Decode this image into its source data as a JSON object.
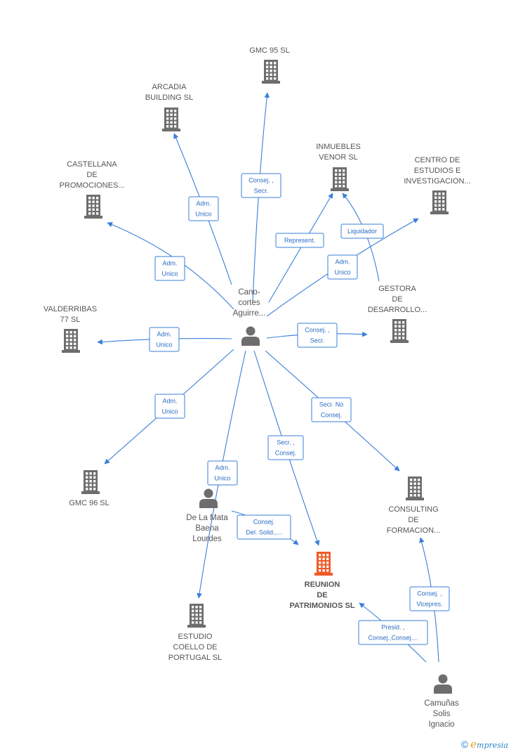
{
  "colors": {
    "edge": "#3a7fd8",
    "building": "#6d6d6d",
    "building_main": "#f05a28",
    "person": "#6d6d6d",
    "label": "#555555"
  },
  "companies": [
    {
      "id": "gmc95",
      "lines": [
        "GMC 95 SL"
      ]
    },
    {
      "id": "arcadia",
      "lines": [
        "ARCADIA",
        "BUILDING  SL"
      ]
    },
    {
      "id": "castellana",
      "lines": [
        "CASTELLANA",
        "DE",
        "PROMOCIONES..."
      ]
    },
    {
      "id": "inmuebles",
      "lines": [
        "INMUEBLES",
        "VENOR SL"
      ]
    },
    {
      "id": "centro",
      "lines": [
        "CENTRO DE",
        "ESTUDIOS E",
        "INVESTIGACION..."
      ]
    },
    {
      "id": "gestora",
      "lines": [
        "GESTORA",
        "DE",
        "DESARROLLO..."
      ]
    },
    {
      "id": "valderribas",
      "lines": [
        "VALDERRIBAS",
        "77 SL"
      ]
    },
    {
      "id": "gmc96",
      "lines": [
        "GMC 96 SL"
      ]
    },
    {
      "id": "consulting",
      "lines": [
        "CONSULTING",
        "DE",
        "FORMACION..."
      ]
    },
    {
      "id": "reunion",
      "lines": [
        "REUNION",
        "DE",
        "PATRIMONIOS SL"
      ],
      "main": true
    },
    {
      "id": "estudio",
      "lines": [
        "ESTUDIO",
        "COELLO DE",
        "PORTUGAL  SL"
      ]
    }
  ],
  "persons": [
    {
      "id": "canocortes",
      "lines": [
        "Cano-",
        "cortes",
        "Aguirre..."
      ]
    },
    {
      "id": "delamata",
      "lines": [
        "De La Mata",
        "Baena",
        "Lourdes"
      ]
    },
    {
      "id": "camunas",
      "lines": [
        "Camuñas",
        "Solis",
        "Ignacio"
      ]
    }
  ],
  "edges": [
    {
      "id": "e-gmc95",
      "from": "canocortes",
      "to": "gmc95",
      "label": [
        "Consej. ,",
        "Secr."
      ]
    },
    {
      "id": "e-arcadia",
      "from": "canocortes",
      "to": "arcadia",
      "label": [
        "Adm.",
        "Unico"
      ]
    },
    {
      "id": "e-castellana",
      "from": "canocortes",
      "to": "castellana",
      "label": [
        "Adm.",
        "Unico"
      ]
    },
    {
      "id": "e-inmuebles",
      "from": "canocortes",
      "to": "inmuebles",
      "label": [
        "Represent."
      ]
    },
    {
      "id": "e-gestora-inm",
      "from": "gestora",
      "to": "inmuebles",
      "label": [
        "Liquidador"
      ]
    },
    {
      "id": "e-centro",
      "from": "canocortes",
      "to": "centro",
      "label": [
        "Adm.",
        "Unico"
      ]
    },
    {
      "id": "e-gestora",
      "from": "canocortes",
      "to": "gestora",
      "label": [
        "Consej. ,",
        "Secr."
      ]
    },
    {
      "id": "e-valderribas",
      "from": "canocortes",
      "to": "valderribas",
      "label": [
        "Adm.",
        "Unico"
      ]
    },
    {
      "id": "e-gmc96",
      "from": "canocortes",
      "to": "gmc96",
      "label": [
        "Adm.",
        "Unico"
      ]
    },
    {
      "id": "e-consulting",
      "from": "canocortes",
      "to": "consulting",
      "label": [
        "Secr.  No",
        "Consej."
      ]
    },
    {
      "id": "e-reunion",
      "from": "canocortes",
      "to": "reunion",
      "label": [
        "Secr. ,",
        "Consej."
      ]
    },
    {
      "id": "e-estudio",
      "from": "canocortes",
      "to": "estudio",
      "label": [
        "Adm.",
        "Unico"
      ]
    },
    {
      "id": "e-delamata",
      "from": "delamata",
      "to": "reunion",
      "label": [
        "Consej.",
        "Del. Solid.,..."
      ]
    },
    {
      "id": "e-camunas-reu",
      "from": "camunas",
      "to": "reunion",
      "label": [
        "Presid. ,",
        "Consej.,Consej...."
      ]
    },
    {
      "id": "e-camunas-con",
      "from": "camunas",
      "to": "consulting",
      "label": [
        "Consej. ,",
        "Vicepres."
      ]
    }
  ],
  "footer": {
    "copyright": "©",
    "brand_first": "e",
    "brand_rest": "mpresia"
  }
}
